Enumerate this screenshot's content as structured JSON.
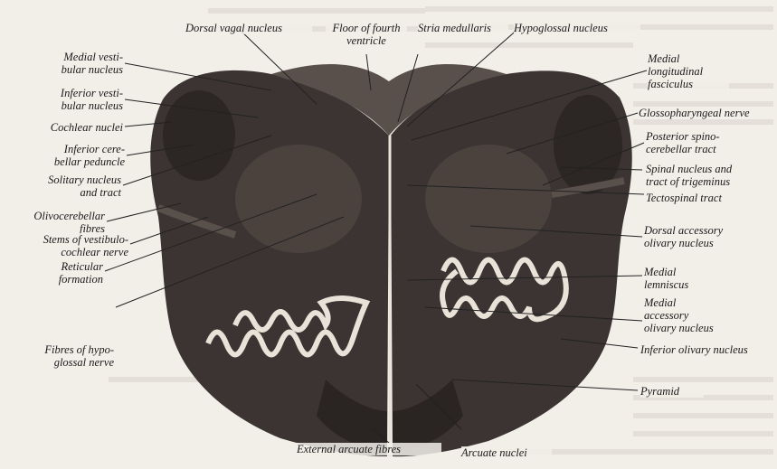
{
  "labels": {
    "left": [
      "Medial vesti-\nbular nucleus",
      "Inferior vesti-\nbular nucleus",
      "Cochlear nuclei",
      "Inferior cere-\nbellar peduncle",
      "Solitary nucleus\nand tract",
      "Olivocerebellar\nfibres",
      "Stems of vestibulo-\ncochlear nerve",
      "Reticular\nformation",
      "Fibres of hypo-\nglossal nerve"
    ],
    "top": [
      "Dorsal vagal nucleus",
      "Floor of fourth\nventricle",
      "Stria medullaris",
      "Hypoglossal nucleus"
    ],
    "right": [
      "Medial\nlongitudinal\nfasciculus",
      "Glossopharyngeal nerve",
      "Posterior spino-\ncerebellar tract",
      "Spinal nucleus and\ntract of trigeminus",
      "Tectospinal tract",
      "Dorsal accessory\nolivary nucleus",
      "Medial\nlemniscus",
      "Medial\naccessory\nolivary nucleus",
      "Inferior olivary nucleus",
      "Pyramid"
    ],
    "bottom": [
      "External arcuate fibres",
      "Arcuate nuclei"
    ]
  },
  "colors": {
    "tissue": "#3b3432",
    "tissue_light": "#6b625e",
    "olive": "#e8e2d8",
    "label_line": "#222222"
  }
}
